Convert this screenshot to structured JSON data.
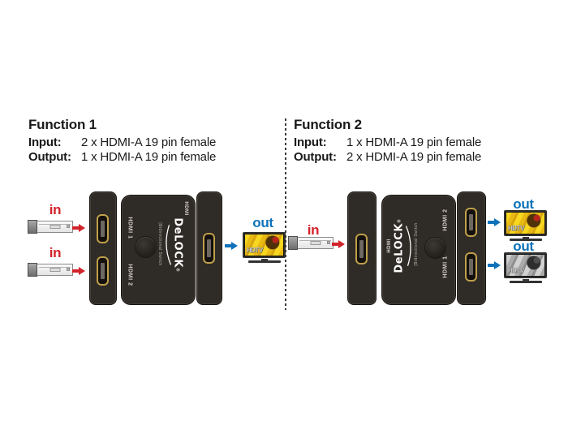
{
  "colors": {
    "in_red": "#d1232a",
    "out_blue": "#0d72b9",
    "connector_gold": "#bfa04a",
    "switch_body": "#2f2b27"
  },
  "panels": [
    {
      "title": "Function 1",
      "rows": [
        {
          "label": "Input:",
          "value": "2 x HDMI-A 19 pin female"
        },
        {
          "label": "Output:",
          "value": "1 x HDMI-A 19 pin female"
        }
      ],
      "in_labels": [
        "in",
        "in"
      ],
      "out_labels": [
        "out"
      ]
    },
    {
      "title": "Function 2",
      "rows": [
        {
          "label": "Input:",
          "value": "1 x HDMI-A 19 pin female"
        },
        {
          "label": "Output:",
          "value": "2 x HDMI-A 19 pin female"
        }
      ],
      "in_labels": [
        "in"
      ],
      "out_labels": [
        "out",
        "out"
      ]
    }
  ],
  "switch_device": {
    "brand": "DeLOCK",
    "registered": "®",
    "subtitle": "[Bidirectional Switch",
    "port_label_1": "HDMI 1",
    "port_label_2": "HDMI 2",
    "connector_label": "HDMI"
  },
  "tv": {
    "label": "HDTV"
  }
}
